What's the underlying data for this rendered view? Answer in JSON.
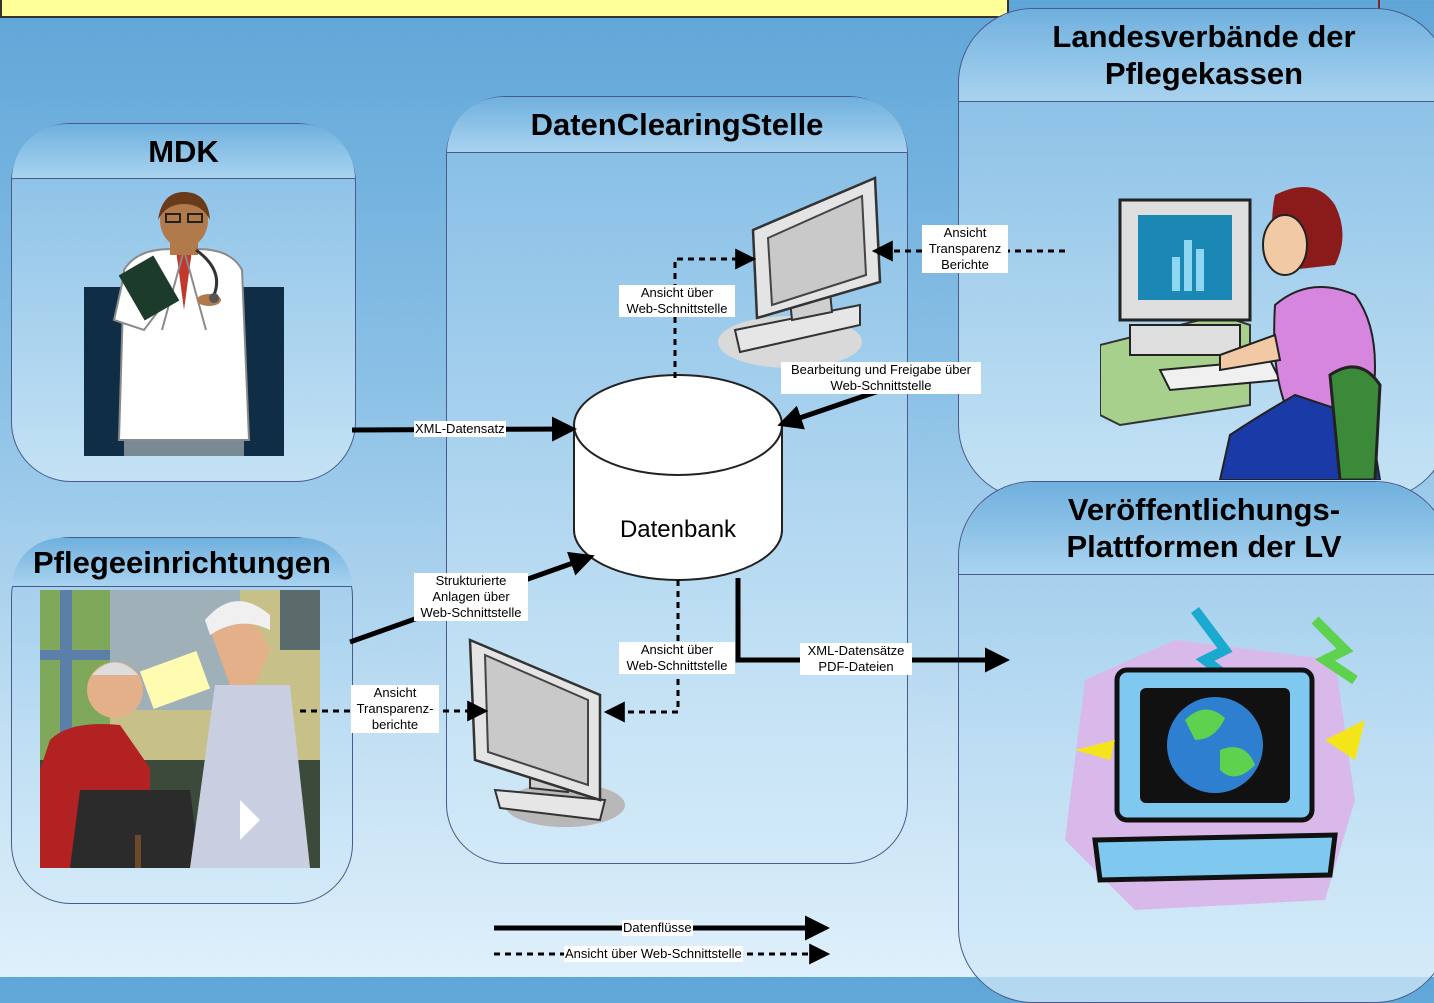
{
  "panels": {
    "mdk": {
      "title": "MDK"
    },
    "pflege": {
      "title": "Pflegeeinrichtungen"
    },
    "dcs": {
      "title": "DatenClearingStelle"
    },
    "lv": {
      "title_line1": "Landesverbände der",
      "title_line2": "Pflegekassen"
    },
    "veroeff": {
      "title_line1": "Veröffentlichungs-",
      "title_line2": "Plattformen der LV"
    }
  },
  "database": {
    "label": "Datenbank"
  },
  "flows": {
    "xml_datensatz": "XML-Datensatz",
    "strukturierte_1": "Strukturierte",
    "strukturierte_2": "Anlagen über",
    "strukturierte_3": "Web-Schnittstelle",
    "ansicht_top_1": "Ansicht über",
    "ansicht_top_2": "Web-Schnittstelle",
    "ansicht_bottom_1": "Ansicht über",
    "ansicht_bottom_2": "Web-Schnittstelle",
    "transparenz_top_1": "Ansicht",
    "transparenz_top_2": "Transparenz",
    "transparenz_top_3": "Berichte",
    "transparenz_bottom_1": "Ansicht",
    "transparenz_bottom_2": "Transparenz-",
    "transparenz_bottom_3": "berichte",
    "bearbeitung_1": "Bearbeitung und Freigabe über",
    "bearbeitung_2": "Web-Schnittstelle",
    "xml_pdf_1": "XML-Datensätze",
    "xml_pdf_2": "PDF-Dateien"
  },
  "legend": {
    "solid": "Datenflüsse",
    "dashed": "Ansicht über Web-Schnittstelle"
  },
  "colors": {
    "panel_border": "#4a5a8a",
    "topbar": "#ffff99",
    "arrow": "#000000"
  }
}
